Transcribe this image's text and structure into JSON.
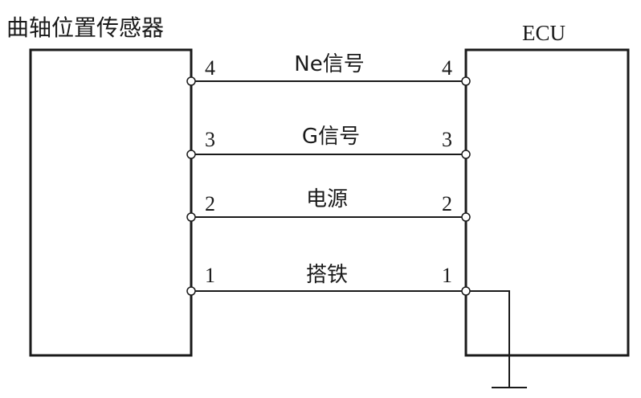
{
  "sensor": {
    "title": "曲轴位置传感器"
  },
  "ecu": {
    "title": "ECU"
  },
  "connections": [
    {
      "pin": "4",
      "label": "Ne信号"
    },
    {
      "pin": "3",
      "label": "G信号"
    },
    {
      "pin": "2",
      "label": "电源"
    },
    {
      "pin": "1",
      "label": "搭铁"
    }
  ]
}
